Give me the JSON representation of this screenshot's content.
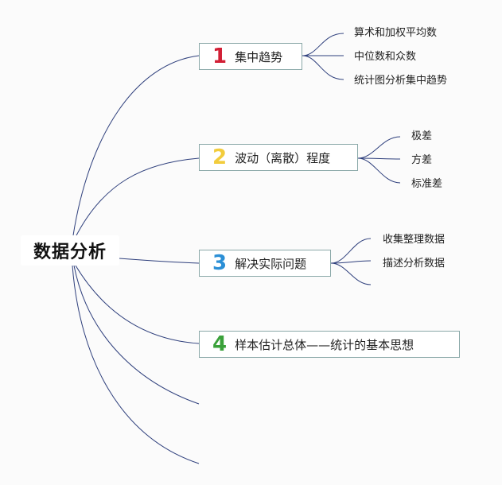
{
  "root": {
    "label": "数据分析"
  },
  "branches": [
    {
      "number": "1",
      "label": "集中趋势",
      "color": "#d21f35",
      "leaves": [
        "算术和加权平均数",
        "中位数和众数",
        "统计图分析集中趋势"
      ]
    },
    {
      "number": "2",
      "label": "波动（离散）程度",
      "color": "#f2cc3c",
      "leaves": [
        "极差",
        "方差",
        "标准差"
      ]
    },
    {
      "number": "3",
      "label": "解决实际问题",
      "color": "#2b8fd6",
      "leaves": [
        "收集整理数据",
        "描述分析数据"
      ]
    },
    {
      "number": "4",
      "label": "样本估计总体——统计的基本思想",
      "color": "#3aa13a",
      "leaves": []
    }
  ],
  "colors": {
    "connector": "#2e3f7c",
    "box_border": "#8aa8a8"
  }
}
